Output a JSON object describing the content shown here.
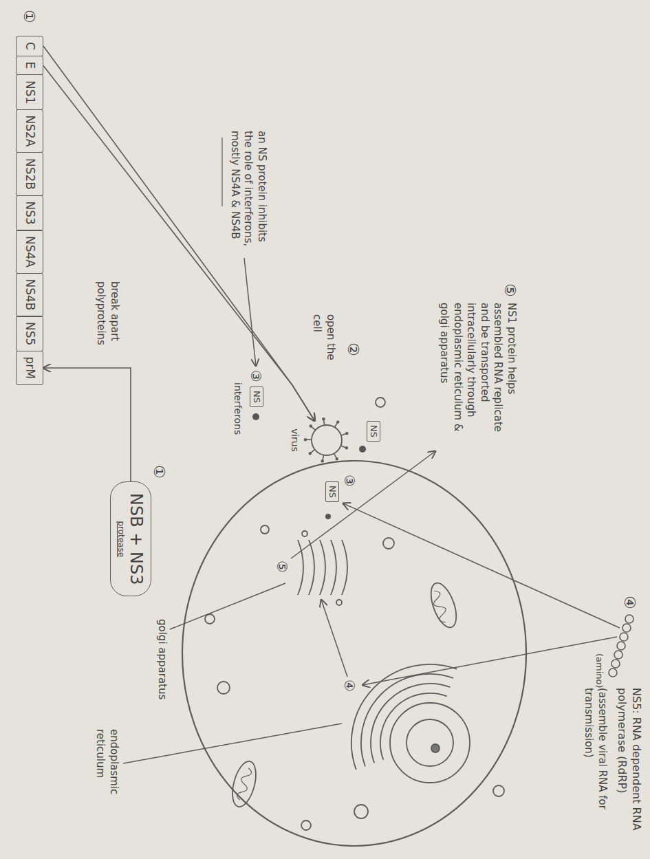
{
  "diagram": {
    "nodes": [
      {
        "text": [
          "C"
        ]
      },
      {
        "text": [
          "E"
        ]
      },
      {
        "text": [
          "NS1"
        ]
      },
      {
        "text": [
          "NS2A"
        ]
      },
      {
        "text": [
          "NS2B"
        ]
      },
      {
        "text": [
          "NS3"
        ]
      },
      {
        "text": [
          "NS4A"
        ]
      },
      {
        "text": [
          "NS4B"
        ]
      },
      {
        "text": [
          "NS5"
        ]
      },
      {
        "text": [
          "prM"
        ]
      },
      {
        "text": [
          "virus"
        ]
      },
      {
        "text": [
          "NS"
        ]
      },
      {
        "text": [
          "NSB + NS3",
          "protease"
        ]
      },
      {
        "text": [
          "NS"
        ]
      },
      {
        "text": [
          "NS"
        ]
      }
    ],
    "edges": [
      {
        "from": 0,
        "to": 10,
        "arrow": "to",
        "label": "open the cell"
      },
      {
        "from": 1,
        "to": 10,
        "arrow": "to"
      },
      {
        "from": 12,
        "to": 9,
        "arrow": "to",
        "label": "break apart polyproteins"
      }
    ],
    "labels": [
      "①",
      "①",
      "②",
      "③",
      "③",
      "④",
      "④",
      "⑤",
      "⑤",
      "an NS protein inhibits the role of interferons, mostly NS4A & NS4B",
      "interferons",
      "NS5: RNA dependent RNA polymerase (RdRP)",
      "(assemble viral RNA for transmission)",
      "(amino)",
      "NS1 protein helps assembled RNA replicate and be transported intracellularly through endoplasmic reticulum & golgi apparatus",
      "golgi apparatus",
      "endoplasmic reticulum"
    ]
  }
}
